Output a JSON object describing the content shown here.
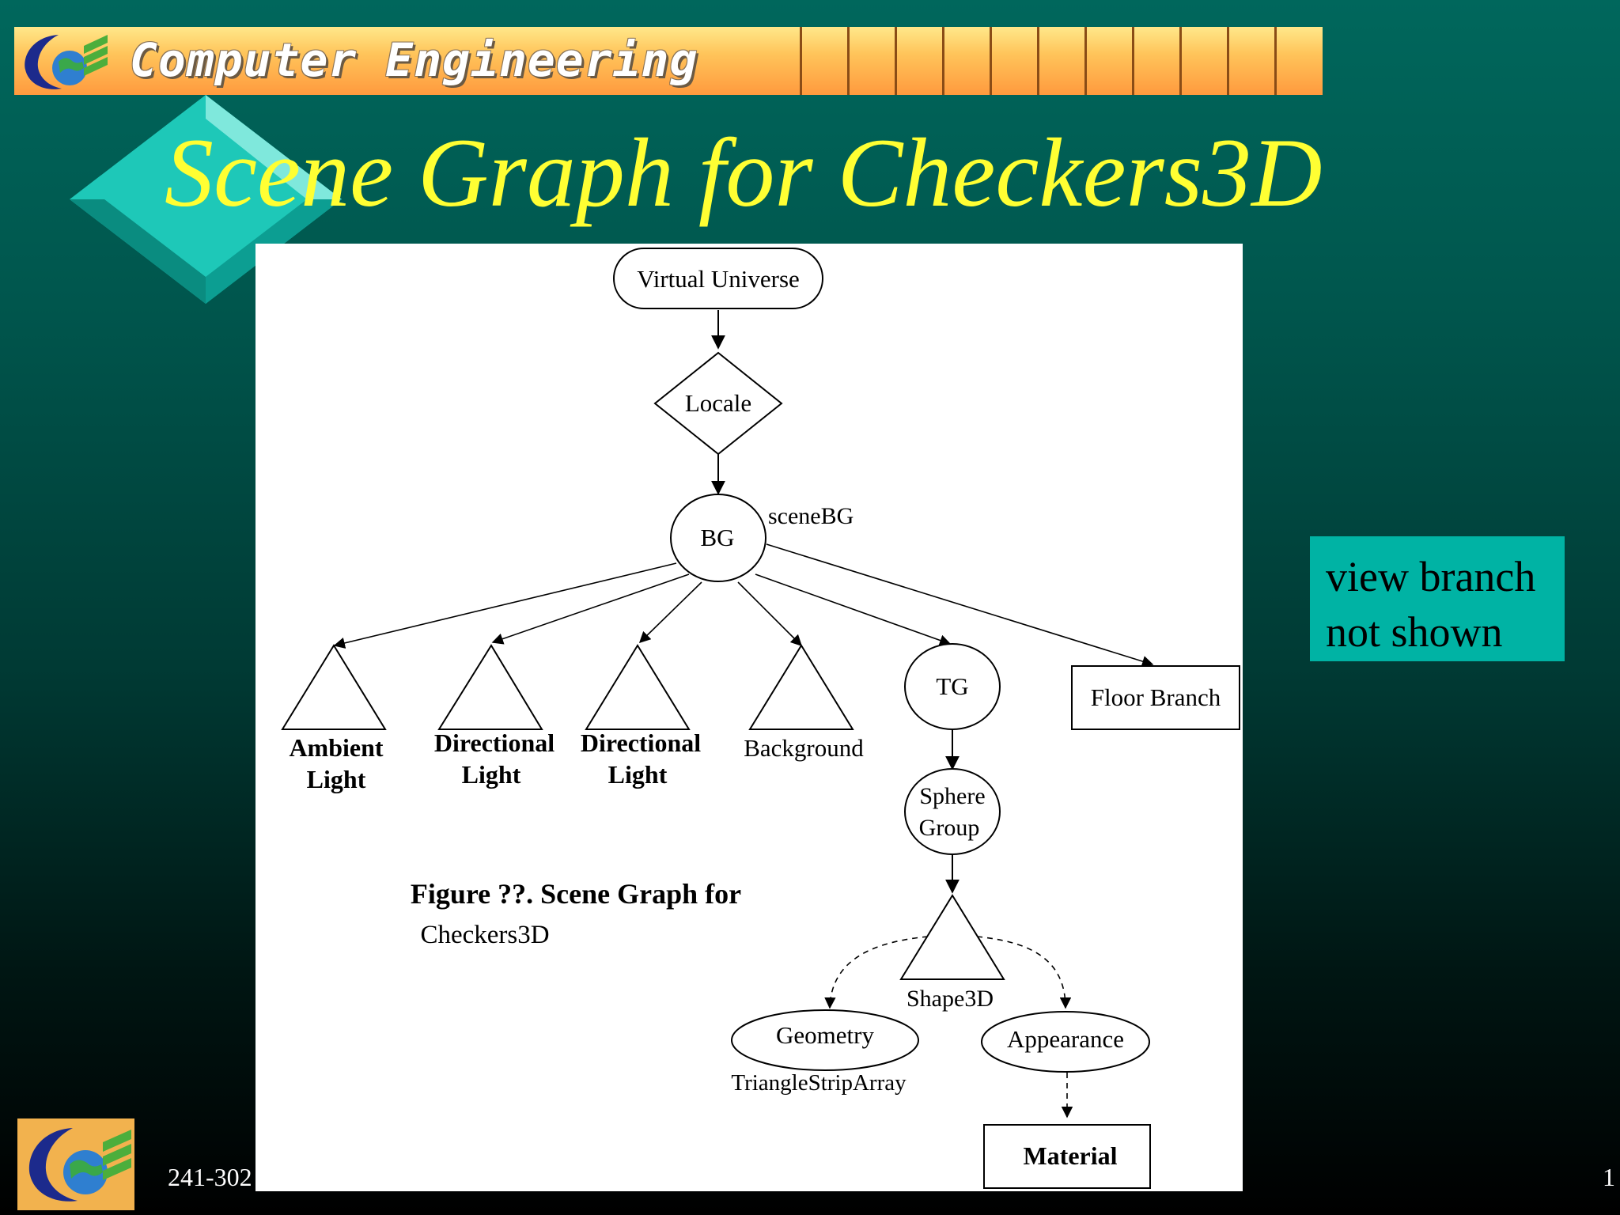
{
  "banner": {
    "text": "Computer Engineering"
  },
  "title": "Scene Graph for Checkers3D",
  "diagram": {
    "nodes": {
      "virtual_universe": "Virtual Universe",
      "locale": "Locale",
      "bg": "BG",
      "bg_label": "sceneBG",
      "ambient_light": [
        "Ambient",
        "Light"
      ],
      "directional_light_1": [
        "Directional",
        "Light"
      ],
      "directional_light_2": [
        "Directional",
        "Light"
      ],
      "background": "Background",
      "tg": "TG",
      "floor_branch": "Floor Branch",
      "sphere_group": [
        "Sphere",
        "Group"
      ],
      "shape3d": "Shape3D",
      "geometry": "Geometry",
      "geometry_label": "TriangleStripArray",
      "appearance": "Appearance",
      "material": "Material"
    },
    "caption": {
      "line1": "Figure ??. Scene Graph for",
      "line2": "Checkers3D"
    }
  },
  "callout": {
    "line1": "view branch",
    "line2": "not shown"
  },
  "footer": {
    "course": "241-302",
    "slide_number": "1"
  },
  "colors": {
    "title": "#ffff33",
    "callout": "#00b3a4",
    "banner": "#ffb050",
    "background": "#005c52"
  }
}
